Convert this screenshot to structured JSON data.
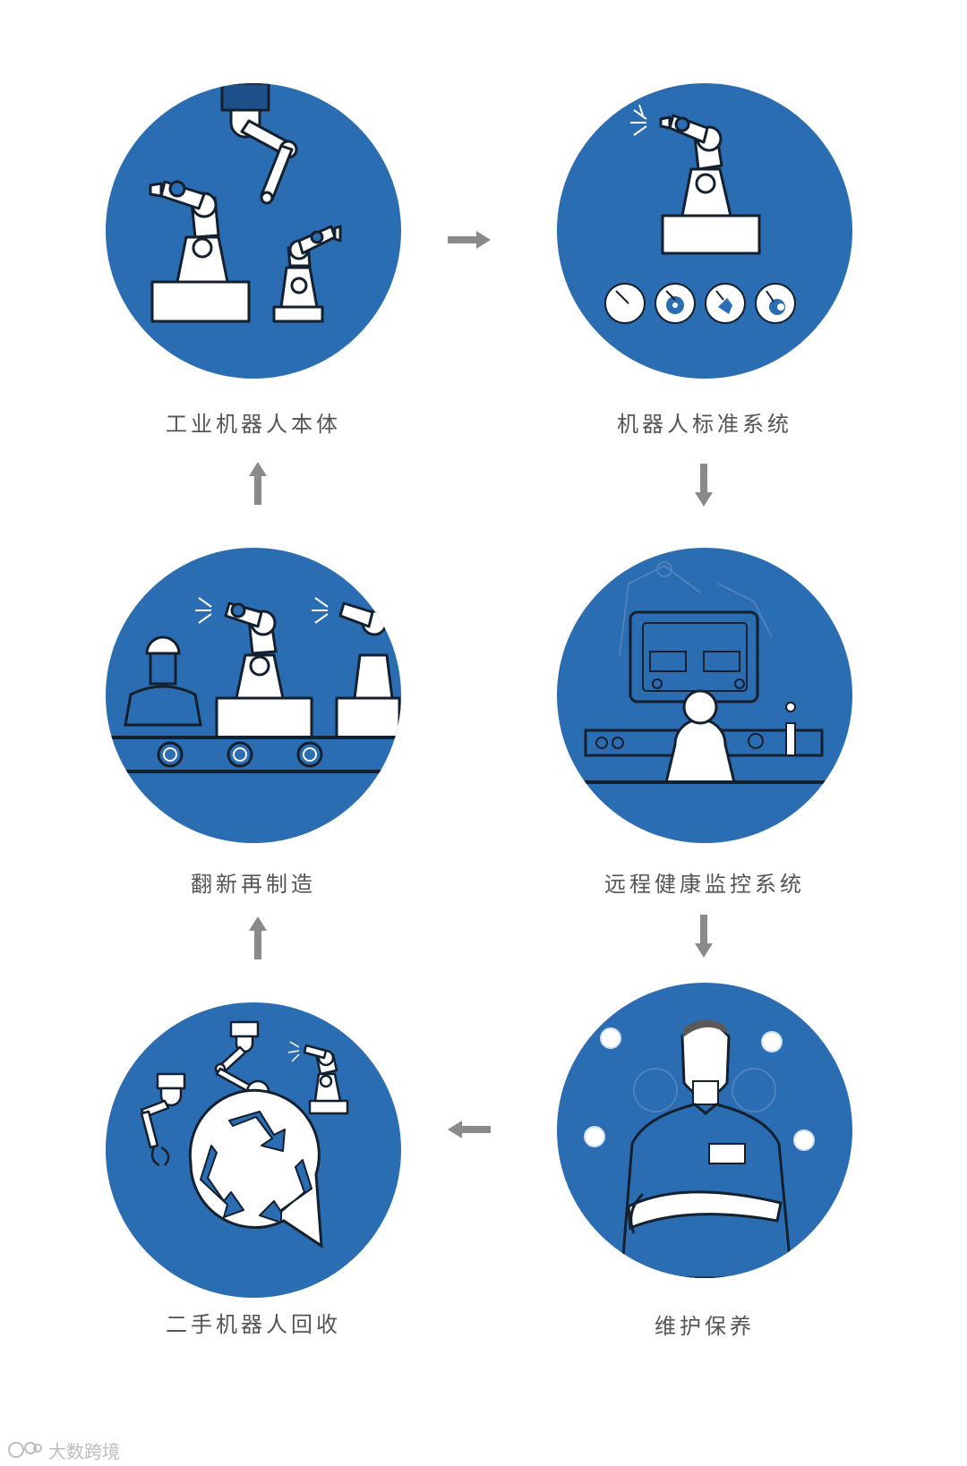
{
  "colors": {
    "circle": "#2a6db2",
    "arrow": "#8a8a8a",
    "label": "#555555"
  },
  "stages": [
    {
      "id": "robot-body",
      "label": "工业机器人本体",
      "icon": "robot-arms-icon"
    },
    {
      "id": "standard-system",
      "label": "机器人标准系统",
      "icon": "robot-tools-icon"
    },
    {
      "id": "remote-monitoring",
      "label": "远程健康监控系统",
      "icon": "monitor-operator-icon"
    },
    {
      "id": "maintenance",
      "label": "维护保养",
      "icon": "technician-icon"
    },
    {
      "id": "recycling",
      "label": "二手机器人回收",
      "icon": "recycle-icon"
    },
    {
      "id": "remanufacturing",
      "label": "翻新再制造",
      "icon": "assembly-line-icon"
    }
  ],
  "watermark": {
    "text": "大数跨境"
  }
}
